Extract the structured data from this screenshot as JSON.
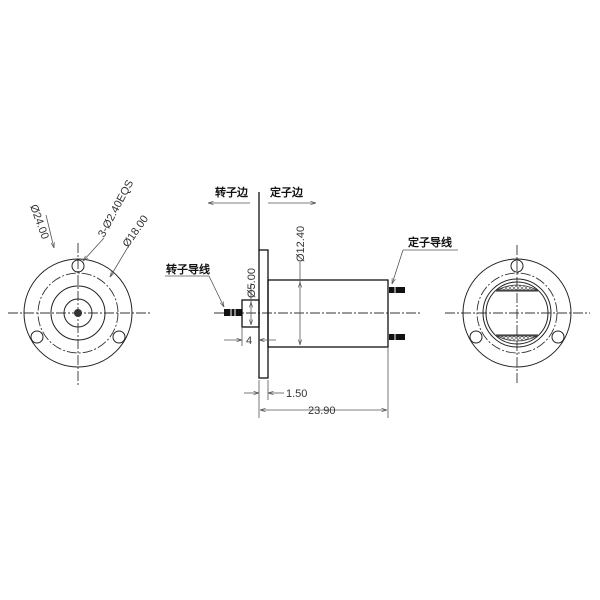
{
  "drawing": {
    "type": "slip-ring engineering drawing",
    "views": [
      "rotor-end view",
      "side view",
      "stator-end view"
    ]
  },
  "left_view": {
    "dim_outer": "Ø24.00",
    "dim_holes": "3-Ø2.40EQS",
    "dim_pcd": "Ø18.00"
  },
  "side_view": {
    "rotor_side_label": "转子边",
    "stator_side_label": "定子边",
    "rotor_wire_label": "转子导线",
    "stator_wire_label": "定子导线",
    "dim_hub_diameter": "Ø5.00",
    "dim_body_diameter": "Ø12.40",
    "dim_hub_length": "4",
    "dim_flange_thickness": "1.50",
    "dim_total_length": "23.90"
  },
  "colors": {
    "line": "#222222",
    "dimension": "#555555",
    "background": "#ffffff"
  }
}
